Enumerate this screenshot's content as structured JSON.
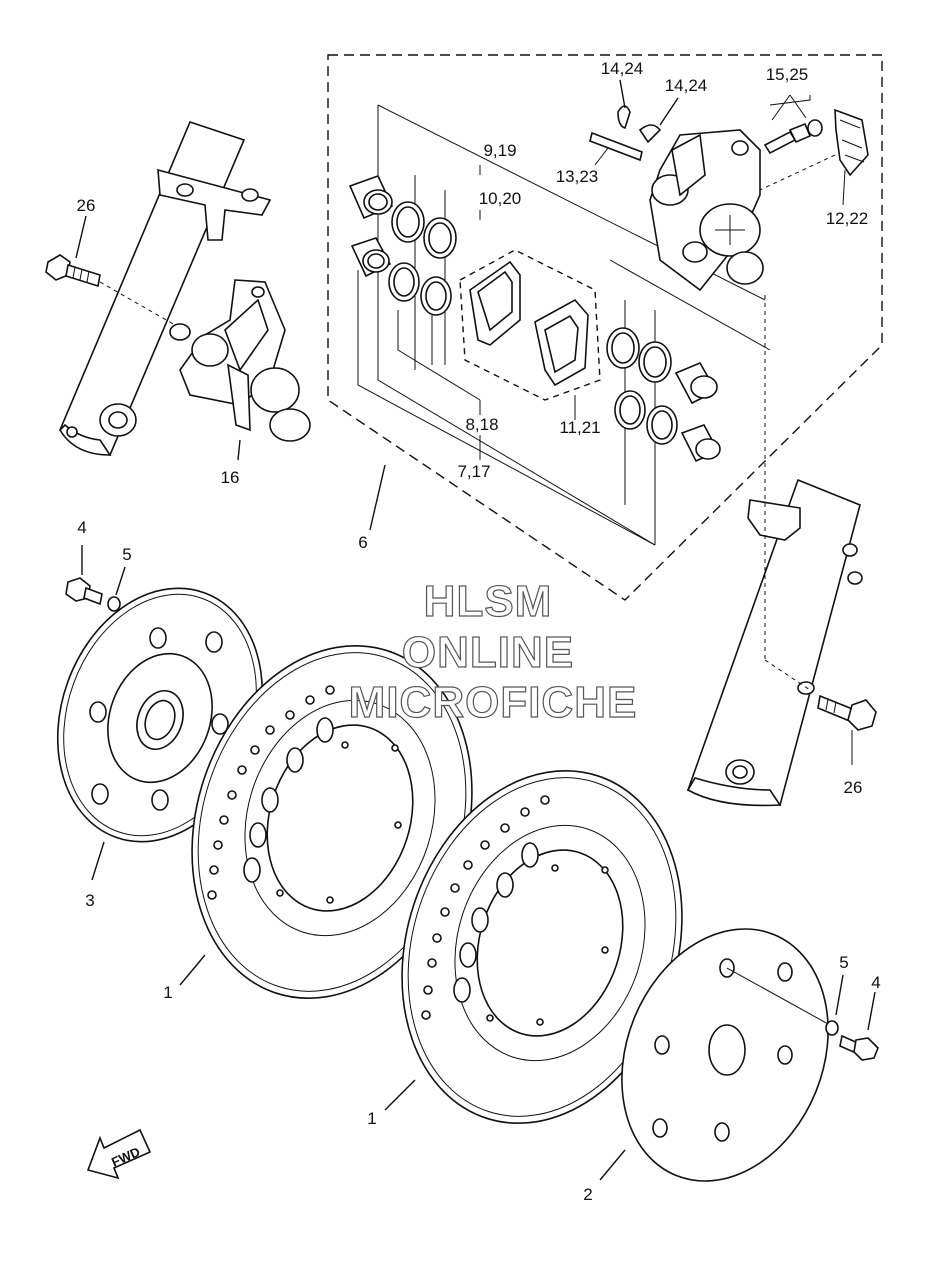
{
  "watermark": {
    "line1": "HLSM",
    "line2": "ONLINE",
    "line3": "MICROFICHE"
  },
  "fwd_label": "FWD",
  "callouts": {
    "c1a": "1",
    "c1b": "1",
    "c2": "2",
    "c3": "3",
    "c4a": "4",
    "c4b": "4",
    "c5a": "5",
    "c5b": "5",
    "c6": "6",
    "c7": "7,17",
    "c8": "8,18",
    "c9": "9,19",
    "c10": "10,20",
    "c11": "11,21",
    "c12": "12,22",
    "c13": "13,23",
    "c14a": "14,24",
    "c14b": "14,24",
    "c15": "15,25",
    "c16": "16",
    "c26a": "26",
    "c26b": "26"
  }
}
